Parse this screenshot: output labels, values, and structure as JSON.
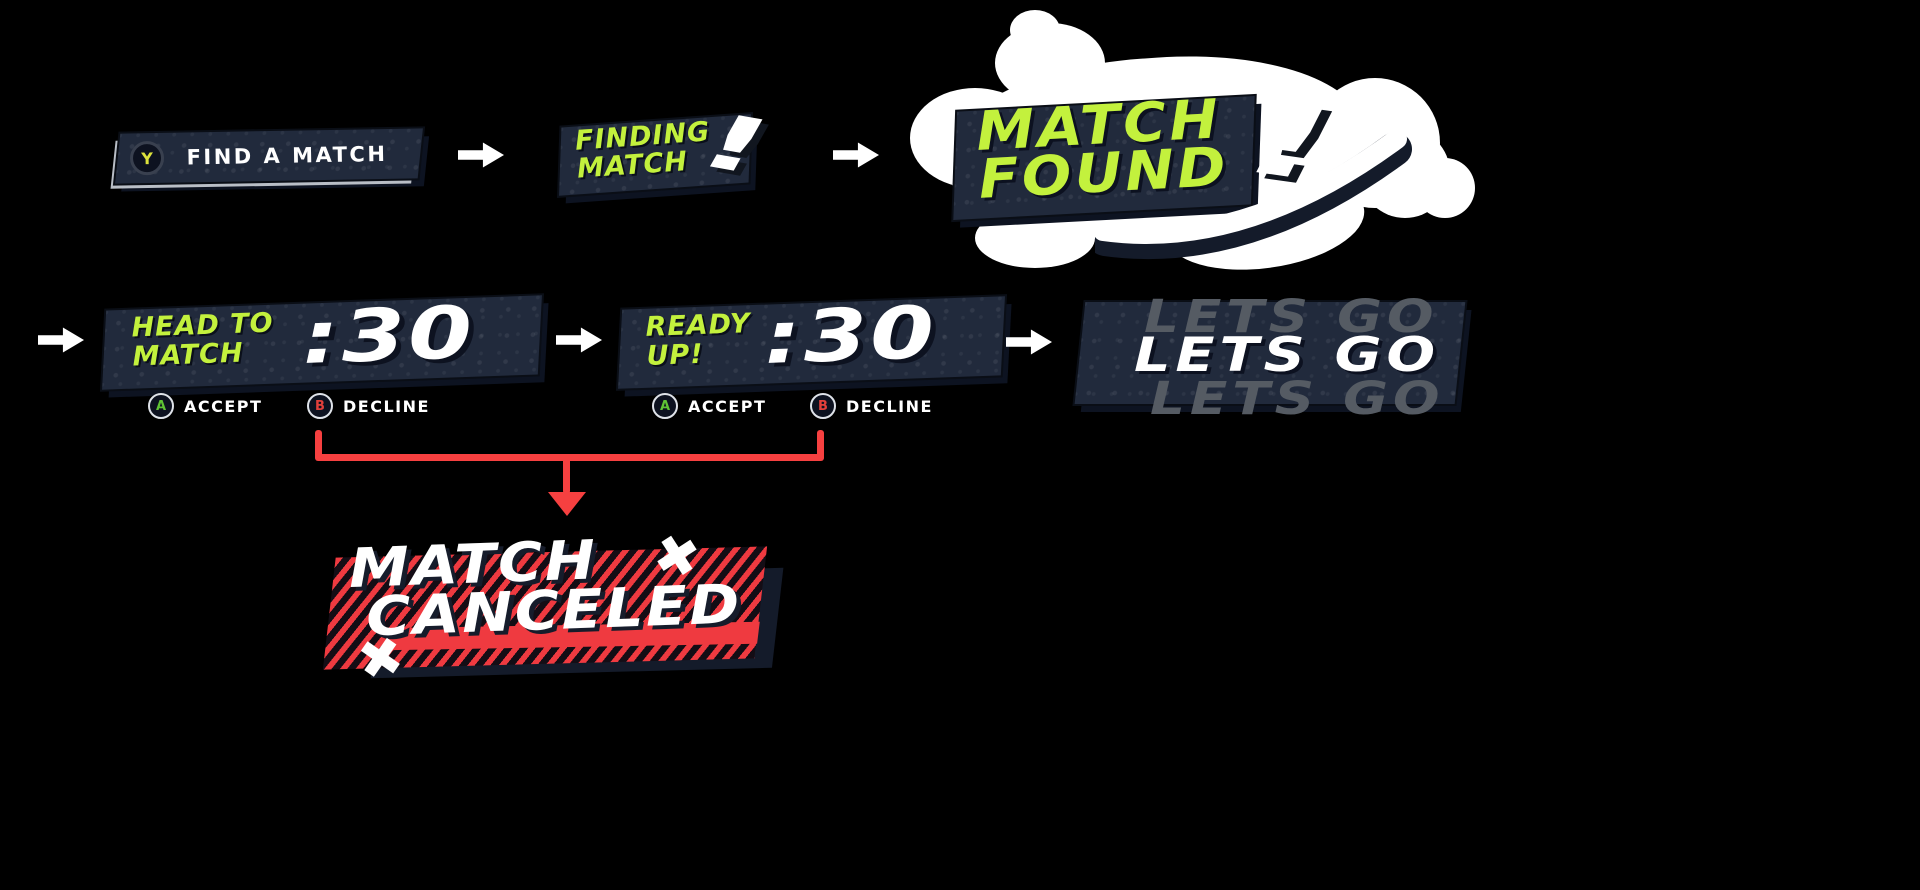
{
  "colors": {
    "background": "#000000",
    "banner_navy": "#212a3c",
    "banner_shadow": "#0d1321",
    "accent_lime": "#c3f13d",
    "text_white": "#ffffff",
    "alert_red": "#f64040",
    "ghost_gray": "#555b63",
    "key_y_yellow": "#dce23c",
    "key_a_green": "#5fc334",
    "key_b_red": "#e2403b"
  },
  "find_match": {
    "key": "Y",
    "label": "FIND A MATCH"
  },
  "finding_match": {
    "line1": "FINDING",
    "line2": "MATCH",
    "bang": "!"
  },
  "match_found": {
    "line1": "MATCH",
    "line2": "FOUND",
    "bang": "!"
  },
  "head_to_match": {
    "line1": "HEAD TO",
    "line2": "MATCH",
    "timer": ":30"
  },
  "ready_up": {
    "line1": "READY",
    "line2": "UP!",
    "timer": ":30"
  },
  "prompts": {
    "accept_key": "A",
    "accept_label": "ACCEPT",
    "decline_key": "B",
    "decline_label": "DECLINE"
  },
  "lets_go": {
    "lines": [
      "LETS GO",
      "LETS GO",
      "LETS GO"
    ]
  },
  "match_canceled": {
    "line1": "MATCH",
    "line2": "CANCELED"
  },
  "icons": {
    "x_mark": "✖"
  }
}
